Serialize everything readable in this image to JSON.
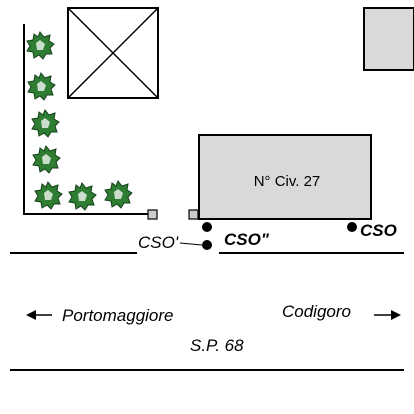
{
  "map": {
    "building_label": "N° Civ. 27",
    "points": {
      "cso": "CSO",
      "cso_double_prime": "CSO\"",
      "cso_prime": "CSO'"
    },
    "road": {
      "left_direction": "Portomaggiore",
      "right_direction": "Codigoro",
      "name": "S.P. 68"
    },
    "icons": {
      "tree": "tree-icon",
      "crossed_box": "crossed-box-icon",
      "marker": "filled-circle-icon",
      "post": "small-square-icon",
      "arrow_left": "arrow-left-icon",
      "arrow_right": "arrow-right-icon"
    },
    "colors": {
      "tree_fill": "#2e7d32",
      "building_fill": "#d9d9d9",
      "line": "#000000"
    }
  }
}
